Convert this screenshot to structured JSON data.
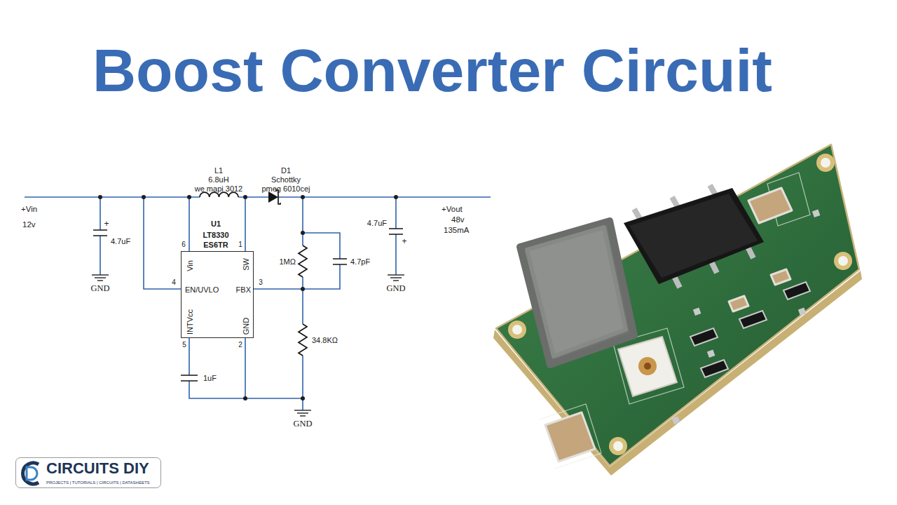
{
  "diagram": {
    "title": "Boost Converter Circuit",
    "nodes": [
      {
        "text": [
          "U1",
          "LT8330 ES6TR",
          "Vin",
          "SW",
          "EN/UVLO",
          "FBX",
          "INTVcc",
          "GND"
        ]
      },
      {
        "text": [
          "CIRCUITS DIY",
          "PROJECTS | TUTORIALS | CIRCUITS | DATASHEETS"
        ]
      }
    ],
    "labels": [
      "L1",
      "6.8uH",
      "we mapi 3012",
      "D1",
      "Schottky",
      "pmeg 6010cej",
      "+Vin",
      "12v",
      "+Vout",
      "48v",
      "135mA",
      "+",
      "4.7uF",
      "4.7uF",
      "+",
      "6",
      "1",
      "1MΩ",
      "4.7pF",
      "GND",
      "GND",
      "4",
      "3",
      "34.8KΩ",
      "5",
      "2",
      "1uF",
      "GND"
    ]
  }
}
